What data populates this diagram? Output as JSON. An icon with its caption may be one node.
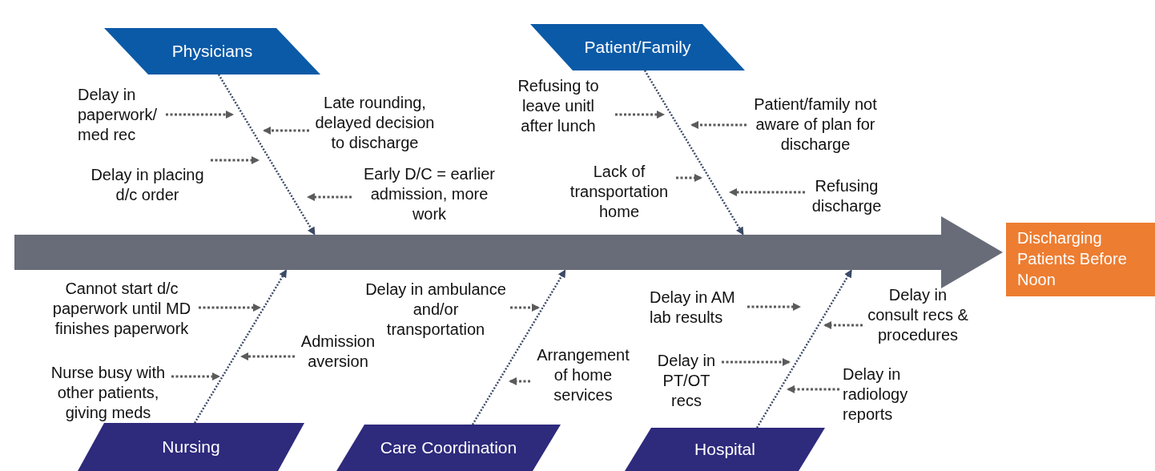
{
  "diagram": {
    "nodes": [
      {
        "text": [
          "Physicians"
        ]
      },
      {
        "text": [
          "Patient/Family"
        ]
      },
      {
        "text": [
          "Nursing"
        ]
      },
      {
        "text": [
          "Care Coordination"
        ]
      },
      {
        "text": [
          "Hospital"
        ]
      },
      {
        "text": [
          "Discharging Patients Before Noon"
        ]
      },
      {
        "text": [],
        "shape": "bar"
      },
      {
        "text": [
          "Delay in paperwork/ med rec"
        ]
      },
      {
        "text": [
          "Late rounding, delayed decision to discharge"
        ]
      },
      {
        "text": [
          "Delay in placing d/c order"
        ]
      },
      {
        "text": [
          "Early D/C = earlier admission, more work"
        ]
      },
      {
        "text": [
          "Refusing to leave unitl after lunch"
        ]
      },
      {
        "text": [
          "Patient/family not aware of plan for discharge"
        ]
      },
      {
        "text": [
          "Lack of transportation home"
        ]
      },
      {
        "text": [
          "Refusing discharge"
        ]
      },
      {
        "text": [
          "Cannot start d/c paperwork until MD finishes paperwork"
        ]
      },
      {
        "text": [
          "Admission aversion"
        ]
      },
      {
        "text": [
          "Nurse busy with other patients, giving meds"
        ]
      },
      {
        "text": [
          "Delay in ambulance and/or transportation"
        ]
      },
      {
        "text": [
          "Arrangement of home services"
        ]
      },
      {
        "text": [
          "Delay in AM lab results"
        ]
      },
      {
        "text": [
          "Delay in consult recs & procedures"
        ]
      },
      {
        "text": [
          "Delay in PT/OT recs"
        ]
      },
      {
        "text": [
          "Delay in radiology reports"
        ]
      }
    ],
    "edges": [
      {
        "from": 0,
        "to": 6,
        "arrow": "to",
        "style": "dashed"
      },
      {
        "from": 1,
        "to": 6,
        "arrow": "to",
        "style": "dashed"
      },
      {
        "from": 2,
        "to": 6,
        "arrow": "to",
        "style": "dashed"
      },
      {
        "from": 3,
        "to": 6,
        "arrow": "to",
        "style": "dashed"
      },
      {
        "from": 4,
        "to": 6,
        "arrow": "to",
        "style": "dashed"
      },
      {
        "from": 6,
        "to": 5,
        "arrow": "to",
        "style": "thick"
      },
      {
        "from": 7,
        "to": null,
        "arrow": "to",
        "style": "dashed"
      },
      {
        "from": 8,
        "to": null,
        "arrow": "to",
        "style": "dashed"
      },
      {
        "from": 9,
        "to": null,
        "arrow": "to",
        "style": "dashed"
      },
      {
        "from": 10,
        "to": null,
        "arrow": "to",
        "style": "dashed"
      },
      {
        "from": 11,
        "to": null,
        "arrow": "to",
        "style": "dashed"
      },
      {
        "from": 12,
        "to": null,
        "arrow": "to",
        "style": "dashed"
      },
      {
        "from": 13,
        "to": null,
        "arrow": "to",
        "style": "dashed"
      },
      {
        "from": 14,
        "to": null,
        "arrow": "to",
        "style": "dashed"
      },
      {
        "from": 15,
        "to": null,
        "arrow": "to",
        "style": "dashed"
      },
      {
        "from": 16,
        "to": null,
        "arrow": "to",
        "style": "dashed"
      },
      {
        "from": 17,
        "to": null,
        "arrow": "to",
        "style": "dashed"
      },
      {
        "from": 18,
        "to": null,
        "arrow": "to",
        "style": "dashed"
      },
      {
        "from": 19,
        "to": null,
        "arrow": "to",
        "style": "dashed"
      },
      {
        "from": 20,
        "to": null,
        "arrow": "to",
        "style": "dashed"
      },
      {
        "from": 21,
        "to": null,
        "arrow": "to",
        "style": "dashed"
      },
      {
        "from": 22,
        "to": null,
        "arrow": "to",
        "style": "dashed"
      },
      {
        "from": 23,
        "to": null,
        "arrow": "to",
        "style": "dashed"
      }
    ]
  }
}
